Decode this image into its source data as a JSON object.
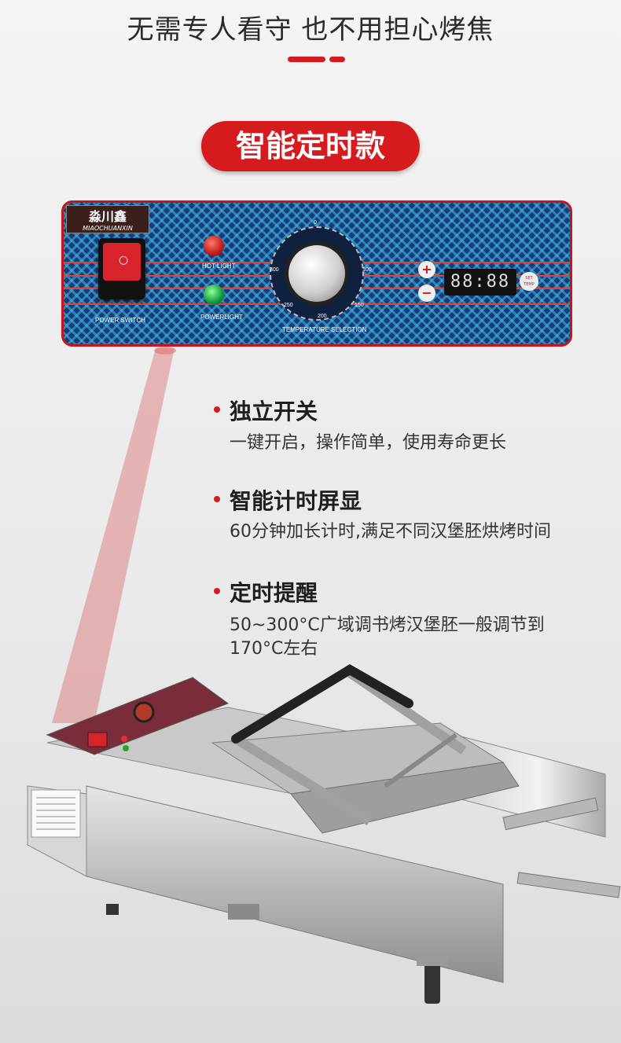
{
  "headline": "无需专人看守 也不用担心烤焦",
  "badge": "智能定时款",
  "panel": {
    "brand_cn": "淼川鑫",
    "brand_en": "MIAOCHUANXIN",
    "power_switch": "POWER SWITCH",
    "hot_light": "HOT LIGHT",
    "power_light": "POWERLIGHT",
    "temp_selection": "TEMPERATURE SELECTION",
    "dial_0": "0",
    "dial_100": "100",
    "dial_150": "150",
    "dial_200": "200",
    "dial_250": "250",
    "dial_300": "300",
    "plus": "+",
    "minus": "−",
    "display": "88:88",
    "set_temp": "SET TEMP"
  },
  "features": [
    {
      "title": "独立开关",
      "desc": "一键开启，操作简单，使用寿命更长"
    },
    {
      "title": "智能计时屏显",
      "desc": "60分钟加长计时,满足不同汉堡胚烘烤时间"
    },
    {
      "title": "定时提醒",
      "desc": "50~300°C广域调书烤汉堡胚一般调节到170°C左右"
    }
  ],
  "colors": {
    "accent": "#d61b1e",
    "panel_bg": "#1a3b75",
    "panel_pattern": "#3cbef0"
  }
}
